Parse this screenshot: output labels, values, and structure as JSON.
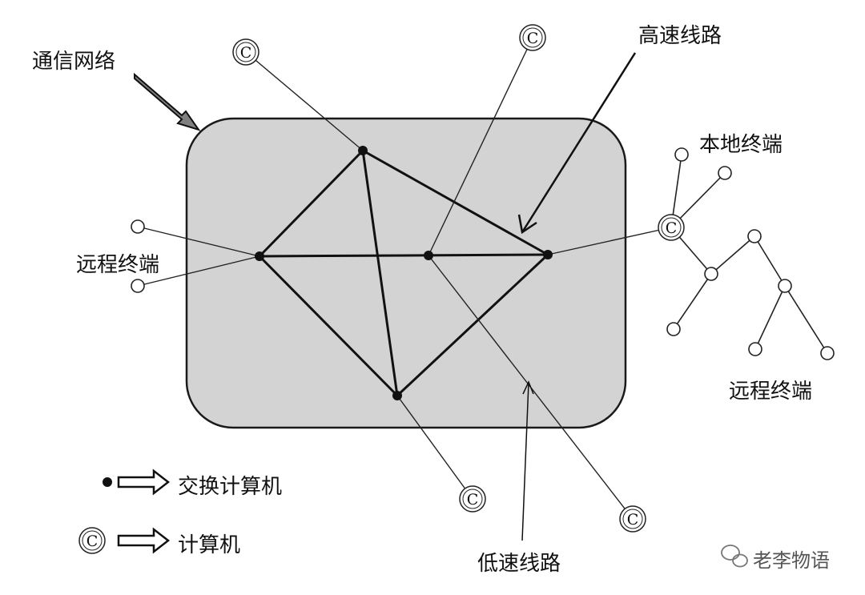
{
  "labels": {
    "network": "通信网络",
    "high_speed_line": "高速线路",
    "local_terminal": "本地终端",
    "remote_terminal_left": "远程终端",
    "remote_terminal_right": "远程终端",
    "low_speed_line": "低速线路"
  },
  "legend": {
    "switch_label": "交换计算机",
    "computer_label": "计算机",
    "computer_symbol": "C"
  },
  "watermark": {
    "text": "老李物语",
    "icon": "wechat-icon"
  },
  "colors": {
    "network_fill": "#d3d3d3",
    "line": "#111111"
  }
}
